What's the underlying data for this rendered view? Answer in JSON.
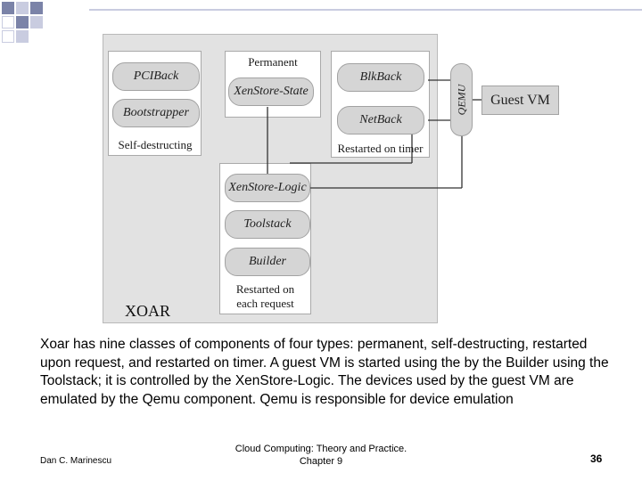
{
  "diagram": {
    "groups": {
      "self_destructing": {
        "label": "Self-destructing",
        "items": [
          "PCIBack",
          "Bootstrapper"
        ]
      },
      "permanent": {
        "label": "Permanent",
        "items": [
          "XenStore-State"
        ]
      },
      "restarted_timer": {
        "label": "Restarted on timer",
        "items": [
          "BlkBack",
          "NetBack"
        ]
      },
      "restarted_request": {
        "label_line1": "Restarted on",
        "label_line2": "each request",
        "items": [
          "XenStore-Logic",
          "Toolstack",
          "Builder"
        ]
      }
    },
    "qemu": "QEMU",
    "guest_vm": "Guest VM",
    "system_label": "XOAR"
  },
  "caption": "Xoar  has nine classes of components of four types: permanent, self-destructing, restarted upon request, and restarted on timer. A guest VM is started using the by the Builder using the Toolstack; it is controlled by the XenStore-Logic. The devices used by the guest VM are emulated by the  Qemu component. Qemu is responsible for device emulation",
  "footer": {
    "author": "Dan C. Marinescu",
    "book_line1": "Cloud Computing: Theory and Practice.",
    "book_line2": "Chapter 9",
    "page": "36"
  }
}
